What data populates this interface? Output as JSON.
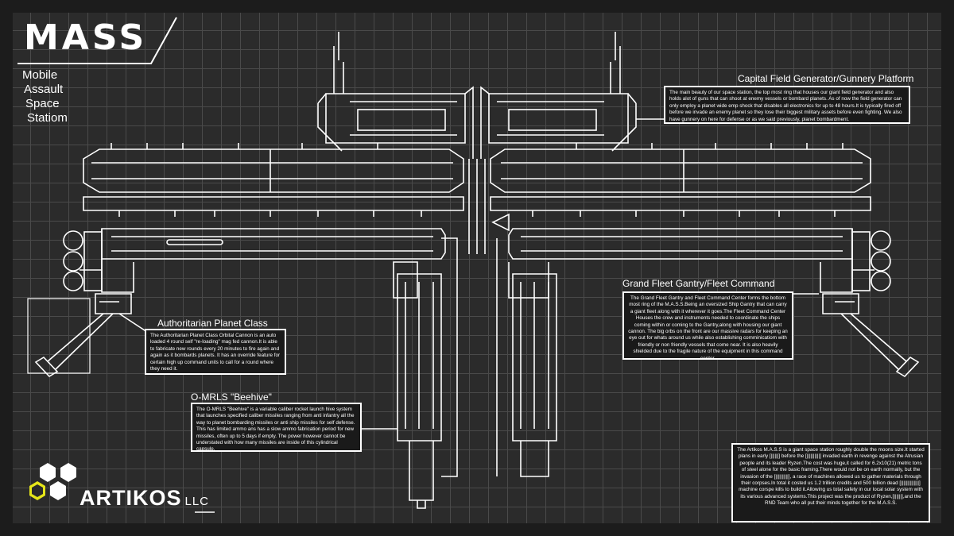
{
  "title": "MASS",
  "subtitle": [
    "Mobile",
    "Assault",
    "Space",
    "Statiom"
  ],
  "sections": {
    "capital": {
      "heading": "Capital Field Generator/Gunnery Platform",
      "text": "The main beauty of our space station, the top most ring that houses our giant field generator and also holds alot of guns that can shoot at enemy vessels or bombard planets. As of now the field generator can only employ a planet wide emp shock that disables all electronics for up to 48 hours.It is typically fired off before we invade an enemy planet so they lose their biggest military assets before even fighting. We also have gunnery on here for defense or as we said previously, planet bombardment."
    },
    "gantry": {
      "heading": "Grand Fleet Gantry/Fleet Command",
      "text": "The Grand Fleet Gantry and Fleet Command Center forms the bottom most ring of the M.A.S.S.Being an oversized Ship Gantry that can carry a giant fleet along with it wherever it goes.The Fleet Command Center Houses the crew and instruments needed to coordinate the ships coming within or coming to the Gantry,along with housing our giant cannon. The big orbs on the front are our massive radars for keeping an eye out for whats around us while also establishing comminicatiom with friendly or non friendly vessels that come near. It is also heavily shielded due to the fragile nature of the equipment in this command center."
    },
    "authoritarian": {
      "heading": "Authoritarian Planet Class",
      "text": "The Authoritarian Planet Class Orbital Cannon is an auto loaded 4 round self \"re-loading\" mag fed cannon.It is able to fabricate new rounds every 20 minutes to fire again and again as it bombards planets. It has an override feature for certain high up command units to call for a round where they need it."
    },
    "beehive": {
      "heading": "O-MRLS \"Beehive\"",
      "text": "The O-MRLS \"Beehive\" is a variable caliber rocket launch hive system that launches specified caliber missiles ranging from anti infantry all the way to planet bombarding missiles or anti ship missiles for self defense. This has limited ammo ans has a slow ammo fabrication period for new missiles, often up to 5 days if empty. The power however cannot be understated with how many missiles are inside of this cylindrical capsule."
    },
    "artikos": {
      "text": "The Artikos M.A.S.S is a giant space station roughly double the moons size.It started plans in early [||||||] before the [||||||||||] invaded earth in revenge against the Atrusian people and its leader Ryzen.The cost was huge,it called for 6.2x10(21) metric tons of steel alone for the basic framing.There would not be on earth normally, but the invasion of the [||||||||||], a race of machines allowed us to gather materials through their corpses.In total it costed us 1.2 trillion credits and 500 billion dead [||||||||||||||] machine corspe kills to build it.Allowing us total safety in our local solar system with its various advanced systems.This project was the product of Ryzen,[||||||],and the RND Team who all put their minds together for the M.A.S.S."
    }
  },
  "brand": {
    "name": "ARTIKOS",
    "suffix": "LLC"
  },
  "colors": {
    "line": "#ffffff",
    "grid": "#4a4a4a",
    "board": "#2b2b2b",
    "accent": "#e6e619"
  },
  "icons": {
    "logo": "hexagon-cluster-icon"
  }
}
